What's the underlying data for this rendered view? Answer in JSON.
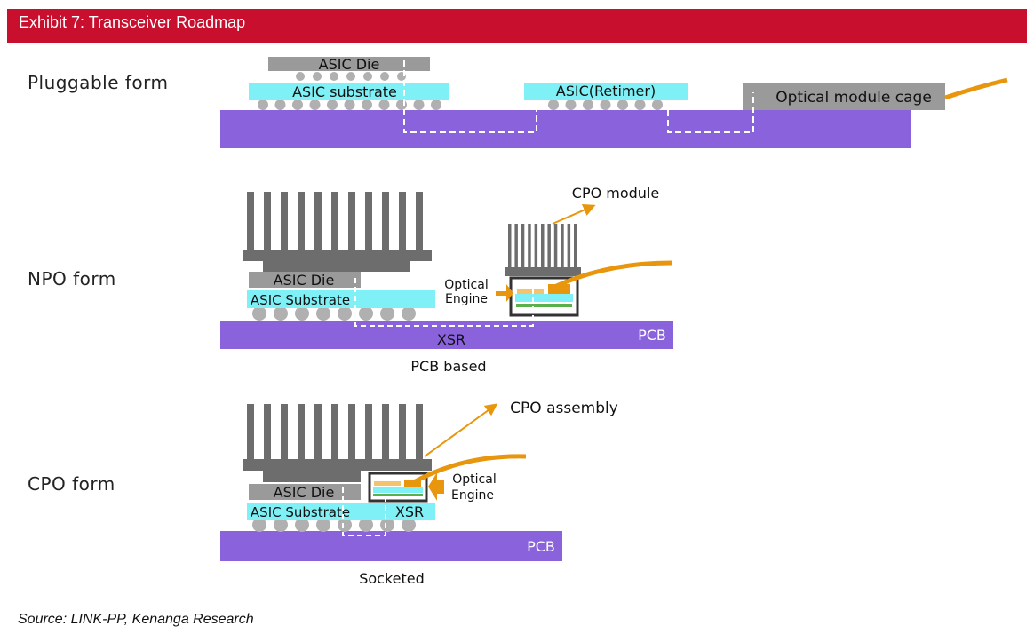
{
  "header": {
    "title": "Exhibit 7: Transceiver Roadmap"
  },
  "colors": {
    "header_bg": "#c8102e",
    "pcb": "#8a62dc",
    "substrate": "#7ff0f6",
    "die": "#9a9a9a",
    "heatsink": "#6d6d6d",
    "fiber": "#e8960e"
  },
  "pluggable": {
    "label": "Pluggable form",
    "asic_die": "ASIC Die",
    "asic_substrate": "ASIC substrate",
    "retimer": "ASIC(Retimer)",
    "cage": "Optical module cage"
  },
  "npo": {
    "label": "NPO form",
    "asic_die": "ASIC Die",
    "asic_substrate": "ASIC Substrate",
    "optical_engine_line1": "Optical",
    "optical_engine_line2": "Engine",
    "cpo_module": "CPO module",
    "xsr": "XSR",
    "pcb": "PCB",
    "caption": "PCB based"
  },
  "cpo": {
    "label": "CPO form",
    "asic_die": "ASIC Die",
    "asic_substrate": "ASIC Substrate",
    "xsr": "XSR",
    "optical_engine_line1": "Optical",
    "optical_engine_line2": "Engine",
    "cpo_assembly": "CPO assembly",
    "pcb": "PCB",
    "caption": "Socketed"
  },
  "source": "Source: LINK-PP, Kenanga Research"
}
